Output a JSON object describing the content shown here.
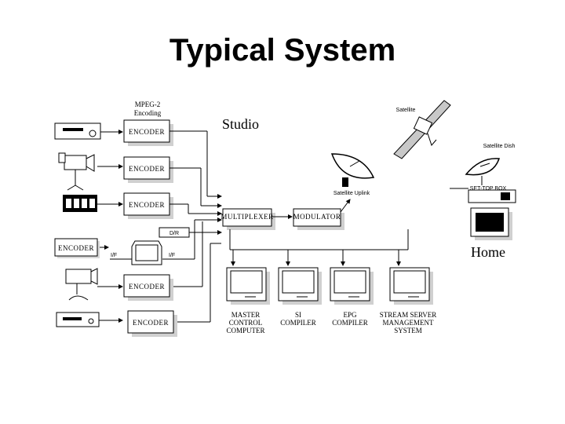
{
  "slide": {
    "title": "Typical System"
  },
  "labels": {
    "mpeg2_line1": "MPEG-2",
    "mpeg2_line2": "Encoding",
    "studio": "Studio",
    "home": "Home",
    "satellite": "Satellite",
    "satellite_uplink": "Satellite Uplink",
    "satellite_dish": "Satellite Dish",
    "set_top_box": "SET-TOP BOX",
    "if_label": "I/F"
  },
  "encoders": [
    "ENCODER",
    "ENCODER",
    "ENCODER",
    "ENCODER",
    "ENCODER",
    "ENCODER"
  ],
  "equipment": {
    "multiplexer": "MULTIPLEXER",
    "modulator": "MODULATOR",
    "small_box": "D/R"
  },
  "computers": [
    {
      "lines": [
        "MASTER",
        "CONTROL",
        "COMPUTER"
      ]
    },
    {
      "lines": [
        "SI",
        "COMPILER"
      ]
    },
    {
      "lines": [
        "EPG",
        "COMPILER"
      ]
    },
    {
      "lines": [
        "STREAM SERVER",
        "MANAGEMENT",
        "SYSTEM"
      ]
    }
  ]
}
